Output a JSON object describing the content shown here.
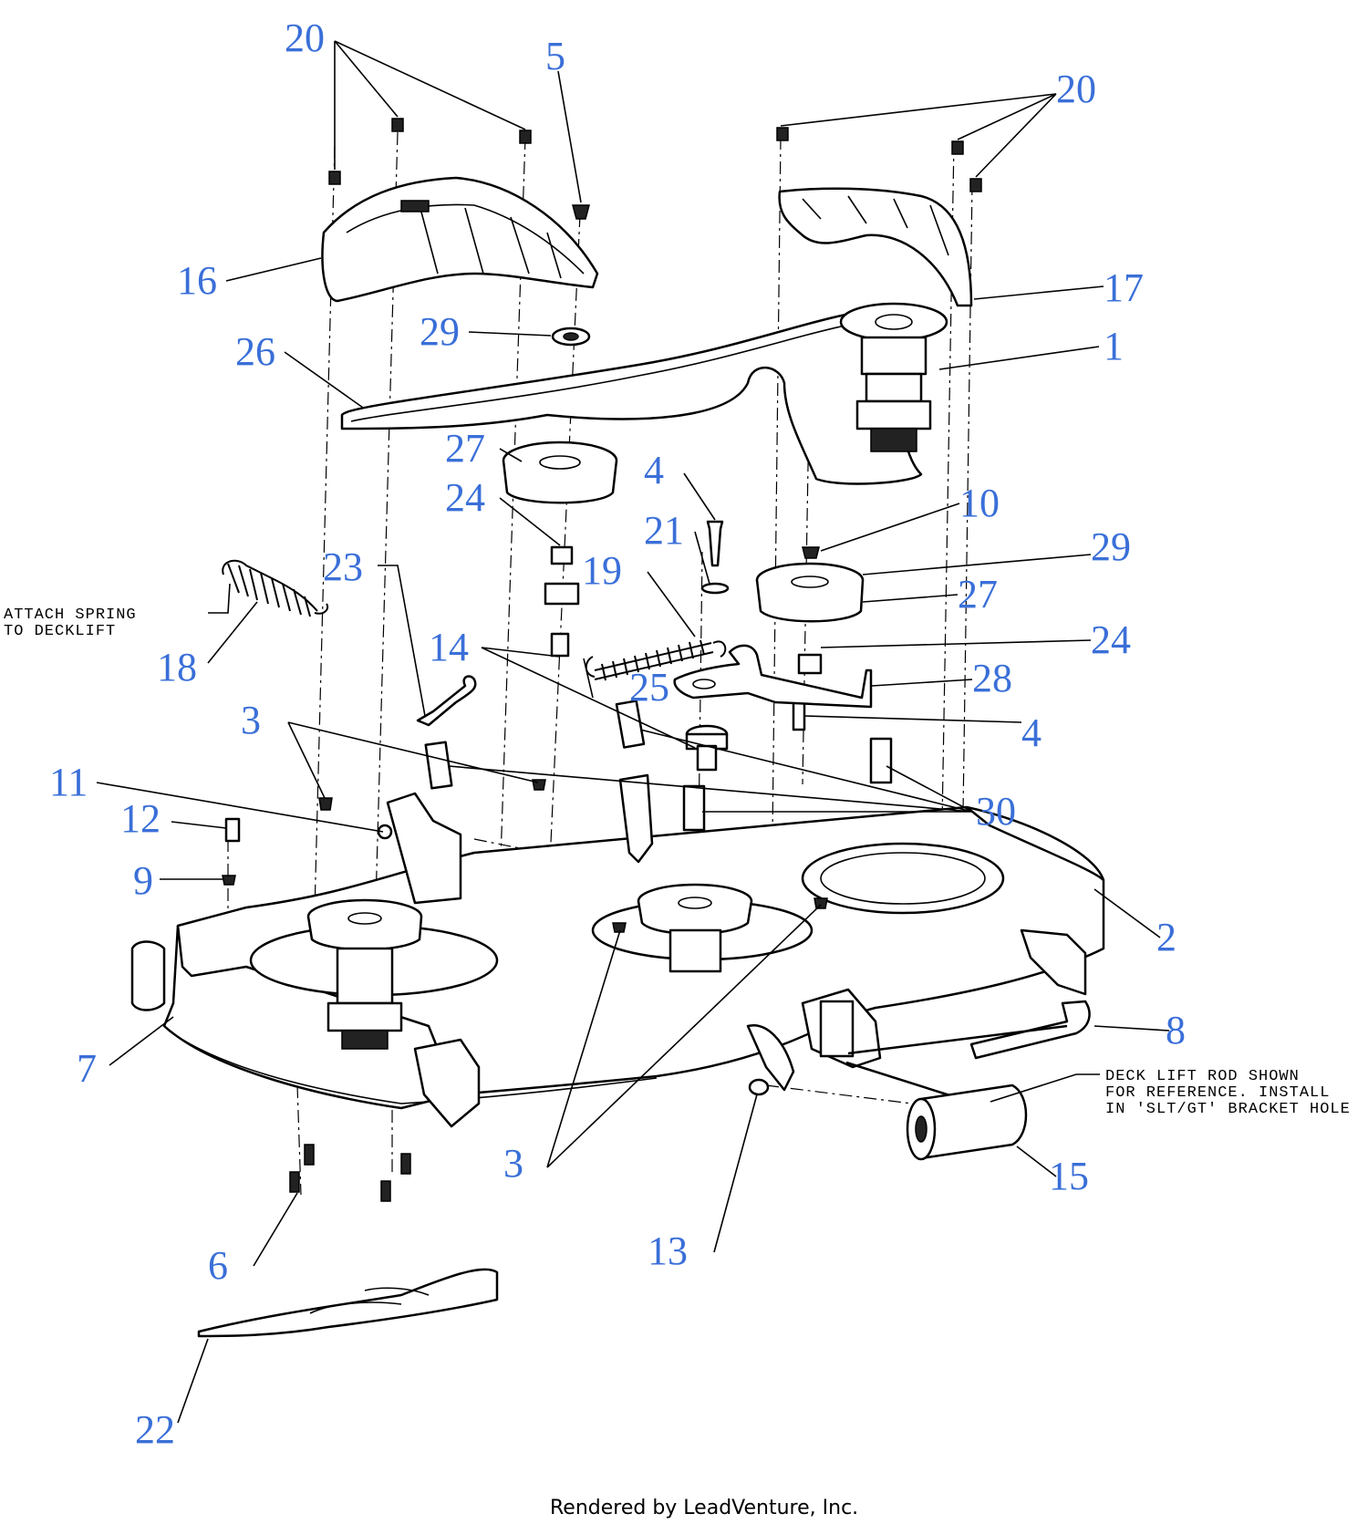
{
  "colors": {
    "callout": "#3a6fd8",
    "line": "#000000",
    "background": "#ffffff"
  },
  "callouts": [
    {
      "id": "c20a",
      "text": "20"
    },
    {
      "id": "c5",
      "text": "5"
    },
    {
      "id": "c20b",
      "text": "20"
    },
    {
      "id": "c16",
      "text": "16"
    },
    {
      "id": "c17",
      "text": "17"
    },
    {
      "id": "c29a",
      "text": "29"
    },
    {
      "id": "c26",
      "text": "26"
    },
    {
      "id": "c1",
      "text": "1"
    },
    {
      "id": "c27a",
      "text": "27"
    },
    {
      "id": "c24a",
      "text": "24"
    },
    {
      "id": "c4a",
      "text": "4"
    },
    {
      "id": "c10",
      "text": "10"
    },
    {
      "id": "c21",
      "text": "21"
    },
    {
      "id": "c29b",
      "text": "29"
    },
    {
      "id": "c23",
      "text": "23"
    },
    {
      "id": "c19",
      "text": "19"
    },
    {
      "id": "c27b",
      "text": "27"
    },
    {
      "id": "c14",
      "text": "14"
    },
    {
      "id": "c24b",
      "text": "24"
    },
    {
      "id": "c18",
      "text": "18"
    },
    {
      "id": "c25",
      "text": "25"
    },
    {
      "id": "c28",
      "text": "28"
    },
    {
      "id": "c3a",
      "text": "3"
    },
    {
      "id": "c4b",
      "text": "4"
    },
    {
      "id": "c11",
      "text": "11"
    },
    {
      "id": "c30",
      "text": "30"
    },
    {
      "id": "c12",
      "text": "12"
    },
    {
      "id": "c9",
      "text": "9"
    },
    {
      "id": "c2",
      "text": "2"
    },
    {
      "id": "c8",
      "text": "8"
    },
    {
      "id": "c7",
      "text": "7"
    },
    {
      "id": "c3b",
      "text": "3"
    },
    {
      "id": "c15",
      "text": "15"
    },
    {
      "id": "c13",
      "text": "13"
    },
    {
      "id": "c6",
      "text": "6"
    },
    {
      "id": "c22",
      "text": "22"
    }
  ],
  "notes": {
    "spring_line1": "ATTACH SPRING",
    "spring_line2": "TO DECKLIFT",
    "rod_line1": "DECK LIFT ROD SHOWN",
    "rod_line2": "FOR REFERENCE. INSTALL",
    "rod_line3": "IN 'SLT/GT' BRACKET HOLE"
  },
  "credit": "Rendered by LeadVenture, Inc."
}
